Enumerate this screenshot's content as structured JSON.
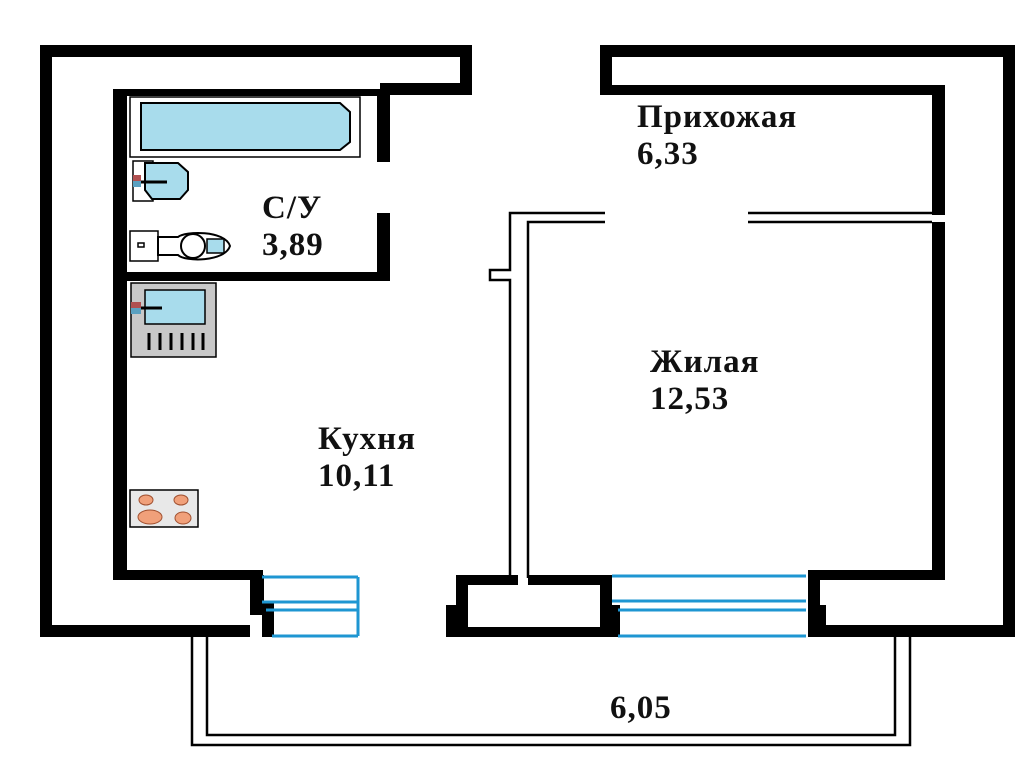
{
  "rooms": {
    "hallway": {
      "name": "Прихожая",
      "area": "6,33"
    },
    "bathroom": {
      "name": "С/У",
      "area": "3,89"
    },
    "kitchen": {
      "name": "Кухня",
      "area": "10,11"
    },
    "living": {
      "name": "Жилая",
      "area": "12,53"
    },
    "balcony": {
      "area": "6,05"
    }
  },
  "colors": {
    "wall": "#000000",
    "window": "#1e96d2",
    "fixture": "#a8dcec",
    "counter": "#c8c8c8",
    "stove": "#f0a07a"
  }
}
